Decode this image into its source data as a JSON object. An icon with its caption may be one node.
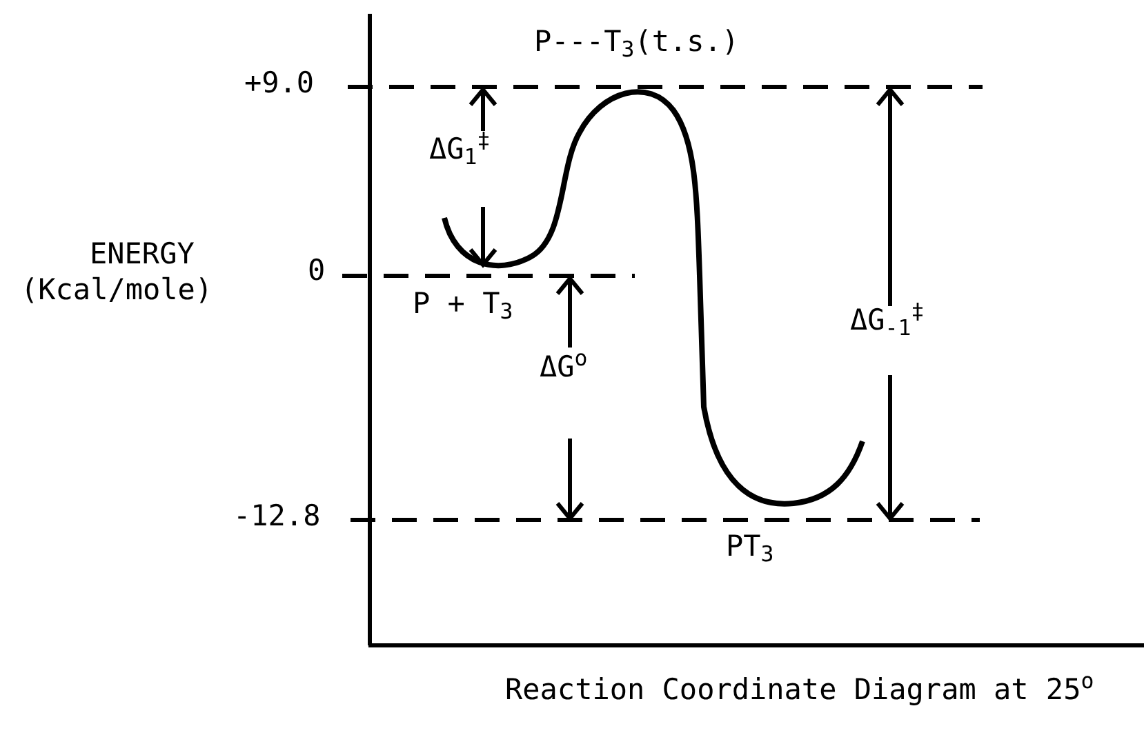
{
  "diagram": {
    "caption": "Reaction Coordinate Diagram at 25$^{o}$",
    "labels": [
      "P---T$_{3}$(t.s.)",
      "+9.0",
      "ΔG$_{1}$$^{‡}$",
      "ENERGY",
      "0",
      "(Kcal/mole)",
      "P + T$_{3}$",
      "ΔG$^{o}$",
      "ΔG$_{-1}$$^{‡}$",
      "-12.8",
      "PT$_{3}$"
    ]
  }
}
